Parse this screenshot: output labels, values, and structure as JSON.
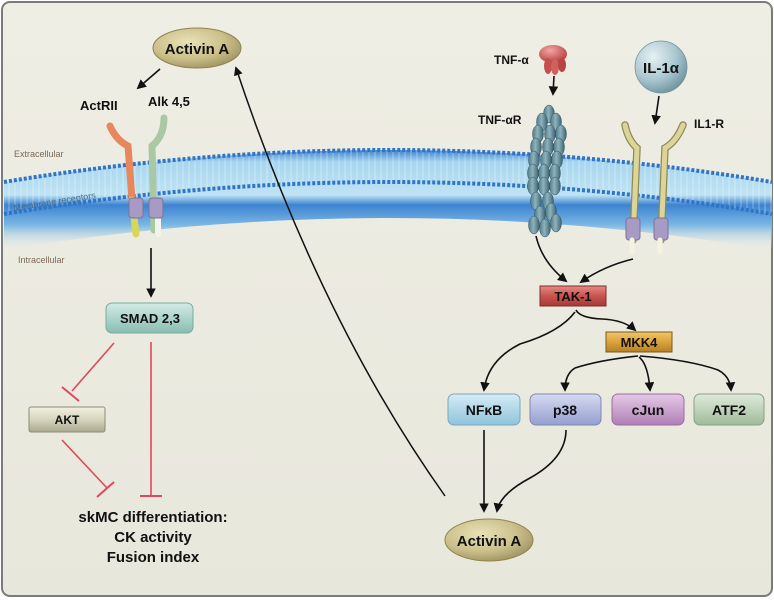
{
  "diagram": {
    "title": "Activin A / TNF-α / IL-1α signaling in skeletal muscle cell differentiation",
    "regions": {
      "extracellular": "Extracellular",
      "membrane": "Membrane receptors",
      "intracellular": "Intracellular"
    },
    "ligands": {
      "activin_top": "Activin A",
      "activin_bottom": "Activin A",
      "tnf": "TNF-α",
      "il1": "IL-1α"
    },
    "receptors": {
      "actrii": "ActRII",
      "alk": "Alk 4,5",
      "tnfr": "TNF-αR",
      "il1r": "IL1-R"
    },
    "nodes": {
      "smad": "SMAD 2,3",
      "akt": "AKT",
      "tak1": "TAK-1",
      "mkk4": "MKK4",
      "nfkb": "NFκB",
      "p38": "p38",
      "cjun": "cJun",
      "atf2": "ATF2"
    },
    "outcome": {
      "line1": "skMC differentiation:",
      "line2": "CK activity",
      "line3": "Fusion index"
    },
    "edges": [
      {
        "from": "Activin A",
        "to": "ActRII",
        "type": "activation"
      },
      {
        "from": "Alk 4,5",
        "to": "SMAD 2,3",
        "type": "activation"
      },
      {
        "from": "SMAD 2,3",
        "to": "AKT",
        "type": "inhibition"
      },
      {
        "from": "SMAD 2,3",
        "to": "skMC differentiation",
        "type": "inhibition"
      },
      {
        "from": "AKT",
        "to": "skMC differentiation",
        "type": "inhibition"
      },
      {
        "from": "TNF-α",
        "to": "TNF-αR",
        "type": "activation"
      },
      {
        "from": "IL-1α",
        "to": "IL1-R",
        "type": "activation"
      },
      {
        "from": "TNF-αR",
        "to": "TAK-1",
        "type": "activation"
      },
      {
        "from": "IL1-R",
        "to": "TAK-1",
        "type": "activation"
      },
      {
        "from": "TAK-1",
        "to": "MKK4",
        "type": "activation"
      },
      {
        "from": "TAK-1",
        "to": "NFκB",
        "type": "activation"
      },
      {
        "from": "MKK4",
        "to": "p38",
        "type": "activation"
      },
      {
        "from": "MKK4",
        "to": "cJun",
        "type": "activation"
      },
      {
        "from": "MKK4",
        "to": "ATF2",
        "type": "activation"
      },
      {
        "from": "NFκB",
        "to": "Activin A",
        "type": "activation"
      },
      {
        "from": "p38",
        "to": "Activin A",
        "type": "activation"
      },
      {
        "from": "Activin A (bottom)",
        "to": "Activin A (top)",
        "type": "activation"
      }
    ],
    "colors": {
      "background": "#ebeadf",
      "activation": "#111111",
      "inhibition": "#e0485a",
      "activin": "#c9bf86",
      "tak1": "#c55a55",
      "mkk4": "#d9a23c",
      "nfkb": "#a9d3e6",
      "p38": "#aab3dc",
      "cjun": "#c49ac8",
      "atf2": "#b9cfb6",
      "smad": "#a7d1c8",
      "akt": "#cdccb5",
      "membrane": "#5a9bd5"
    }
  }
}
